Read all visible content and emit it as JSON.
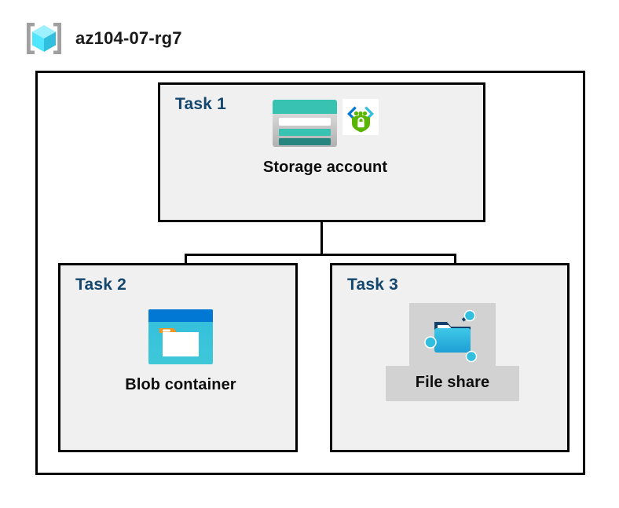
{
  "resource_group": {
    "name": "az104-07-rg7",
    "icon": "resource-group-cube-icon"
  },
  "diagram": {
    "type": "azure-architecture",
    "container_label": "az104-07-rg7",
    "tasks": [
      {
        "id": "task1",
        "label": "Task 1",
        "node_caption": "Storage account",
        "icons": [
          "storage-account-icon",
          "private-endpoint-shield-icon"
        ],
        "highlighted": false
      },
      {
        "id": "task2",
        "label": "Task 2",
        "node_caption": "Blob container",
        "icons": [
          "blob-container-icon"
        ],
        "highlighted": false
      },
      {
        "id": "task3",
        "label": "Task 3",
        "node_caption": "File share",
        "icons": [
          "file-share-icon"
        ],
        "highlighted": true
      }
    ],
    "connections": [
      {
        "from": "Storage account",
        "to": "Blob container"
      },
      {
        "from": "Storage account",
        "to": "File share"
      }
    ]
  },
  "colors": {
    "task_label": "#14476e",
    "task_box_fill": "#f0f0f0",
    "border": "#000000",
    "highlight": "#d2d2d2",
    "storage_teal": "#37c2b1",
    "storage_teal_dark": "#26867f",
    "blob_blue": "#0078d4",
    "blob_cyan": "#32bedd",
    "blob_orange": "#f7941e",
    "shield_green": "#5ab500",
    "link_blue": "#0078d4",
    "cube_cyan": "#50e6ff",
    "bracket_gray": "#a0a0a0"
  }
}
